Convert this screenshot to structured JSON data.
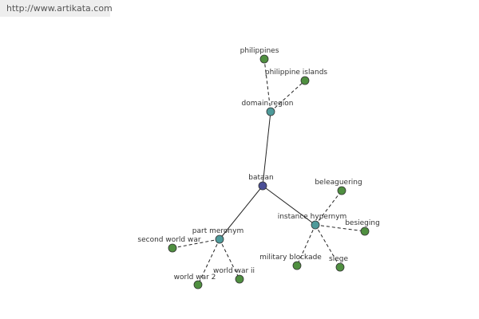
{
  "header": {
    "url": "http://www.artikata.com"
  },
  "graph": {
    "colors": {
      "root": "#4b4f96",
      "hub": "#4e9a9a",
      "leaf": "#4f8f40",
      "edge": "#222222"
    },
    "nodes": [
      {
        "id": "bataan",
        "label": "bataan",
        "kind": "root"
      },
      {
        "id": "domain-region",
        "label": "domain region",
        "kind": "hub"
      },
      {
        "id": "part-meronym",
        "label": "part meronym",
        "kind": "hub"
      },
      {
        "id": "instance-hypernym",
        "label": "instance hypernym",
        "kind": "hub"
      },
      {
        "id": "philippines",
        "label": "philippines",
        "kind": "leaf"
      },
      {
        "id": "philippine-islands",
        "label": "philippine islands",
        "kind": "leaf"
      },
      {
        "id": "second-world-war",
        "label": "second world war",
        "kind": "leaf"
      },
      {
        "id": "world-war-2",
        "label": "world war 2",
        "kind": "leaf"
      },
      {
        "id": "world-war-ii",
        "label": "world war ii",
        "kind": "leaf"
      },
      {
        "id": "beleaguering",
        "label": "beleaguering",
        "kind": "leaf"
      },
      {
        "id": "besieging",
        "label": "besieging",
        "kind": "leaf"
      },
      {
        "id": "military-blockade",
        "label": "military blockade",
        "kind": "leaf"
      },
      {
        "id": "siege",
        "label": "siege",
        "kind": "leaf"
      }
    ],
    "edges": [
      {
        "from": "bataan",
        "to": "domain-region",
        "style": "solid"
      },
      {
        "from": "bataan",
        "to": "part-meronym",
        "style": "solid"
      },
      {
        "from": "bataan",
        "to": "instance-hypernym",
        "style": "solid"
      },
      {
        "from": "domain-region",
        "to": "philippines",
        "style": "dashed"
      },
      {
        "from": "domain-region",
        "to": "philippine-islands",
        "style": "dashed"
      },
      {
        "from": "part-meronym",
        "to": "second-world-war",
        "style": "dashed"
      },
      {
        "from": "part-meronym",
        "to": "world-war-2",
        "style": "dashed"
      },
      {
        "from": "part-meronym",
        "to": "world-war-ii",
        "style": "dashed"
      },
      {
        "from": "instance-hypernym",
        "to": "beleaguering",
        "style": "dashed"
      },
      {
        "from": "instance-hypernym",
        "to": "besieging",
        "style": "dashed"
      },
      {
        "from": "instance-hypernym",
        "to": "military-blockade",
        "style": "dashed"
      },
      {
        "from": "instance-hypernym",
        "to": "siege",
        "style": "dashed"
      }
    ]
  }
}
